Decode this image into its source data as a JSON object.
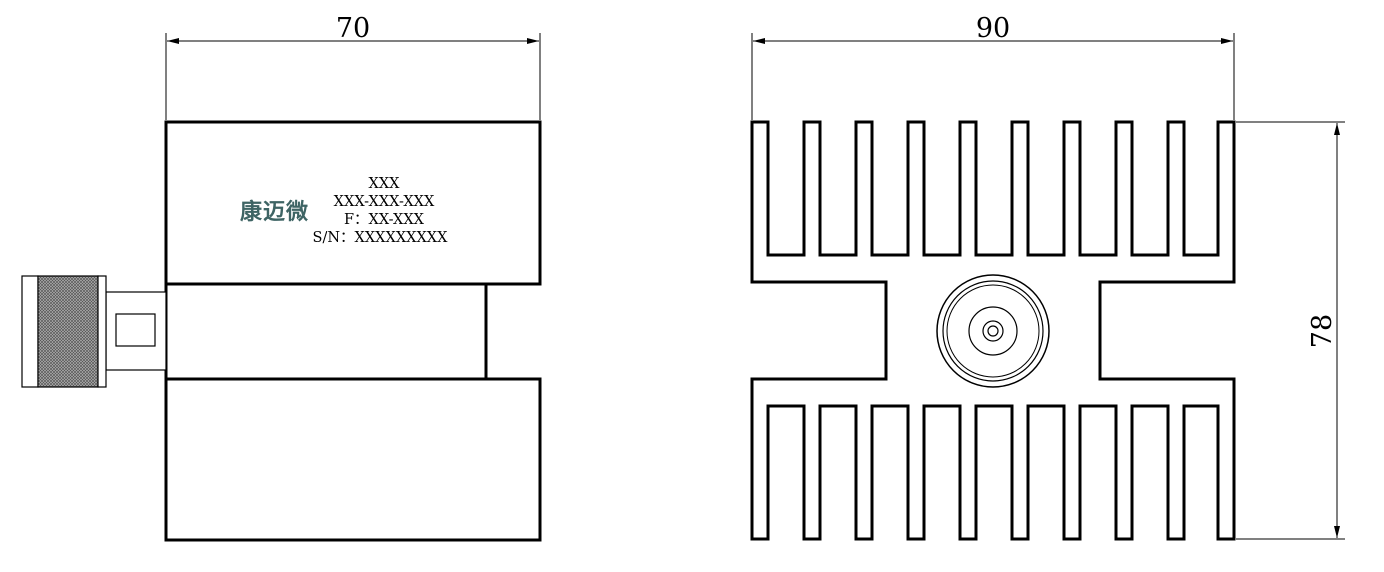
{
  "dimensions": {
    "side_width": "70",
    "front_width": "90",
    "front_height": "78"
  },
  "label": {
    "brand": "康迈微",
    "line1": "XXX",
    "line2": "XXX-XXX-XXX",
    "line3": "F：XX-XXX",
    "line4": "S/N：XXXXXXXXX"
  },
  "colors": {
    "line": "#000000",
    "brand": "#3e6464",
    "knurl": "#8a8a8a"
  }
}
